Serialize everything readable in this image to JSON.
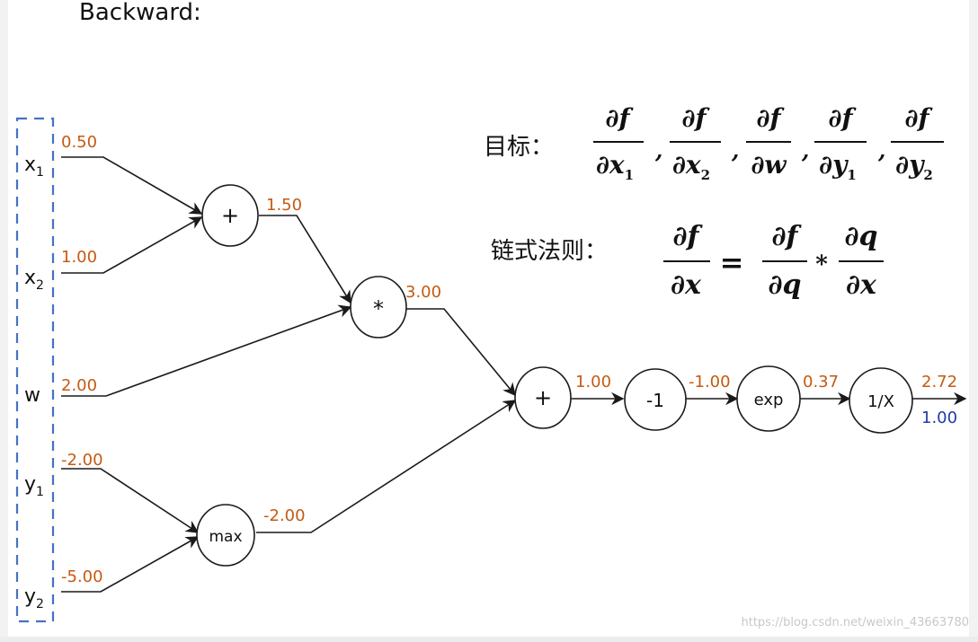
{
  "title": "Backward:",
  "inputs": {
    "x1": {
      "name": "x",
      "sub": "1",
      "value": "0.50"
    },
    "x2": {
      "name": "x",
      "sub": "2",
      "value": "1.00"
    },
    "w": {
      "name": "w",
      "sub": "",
      "value": "2.00"
    },
    "y1": {
      "name": "y",
      "sub": "1",
      "value": "-2.00"
    },
    "y2": {
      "name": "y",
      "sub": "2",
      "value": "-5.00"
    }
  },
  "nodes": {
    "add1": {
      "label": "+",
      "output": "1.50"
    },
    "mul": {
      "label": "*",
      "output": "3.00"
    },
    "max": {
      "label": "max",
      "output": "-2.00"
    },
    "add2": {
      "label": "+",
      "output": "1.00"
    },
    "neg": {
      "label": "-1",
      "output": "-1.00"
    },
    "exp": {
      "label": "exp",
      "output": "0.37"
    },
    "inv": {
      "label": "1/X",
      "output": "2.72",
      "gradient": "1.00"
    }
  },
  "goal": {
    "label": "目标：",
    "numerator": "∂f",
    "denominators": [
      {
        "base": "∂x",
        "sub": "1"
      },
      {
        "base": "∂x",
        "sub": "2"
      },
      {
        "base": "∂w",
        "sub": ""
      },
      {
        "base": "∂y",
        "sub": "1"
      },
      {
        "base": "∂y",
        "sub": "2"
      }
    ],
    "separator": ","
  },
  "chain_rule": {
    "label": "链式法则：",
    "lhs_num": "∂f",
    "lhs_den": "∂x",
    "equals": "=",
    "r1_num": "∂f",
    "r1_den": "∂q",
    "times": "*",
    "r2_num": "∂q",
    "r2_den": "∂x"
  },
  "watermark": "https://blog.csdn.net/weixin_43663780",
  "colors": {
    "value": "#c55a11",
    "gradient": "#1f3aa8",
    "box": "#4472c4"
  }
}
